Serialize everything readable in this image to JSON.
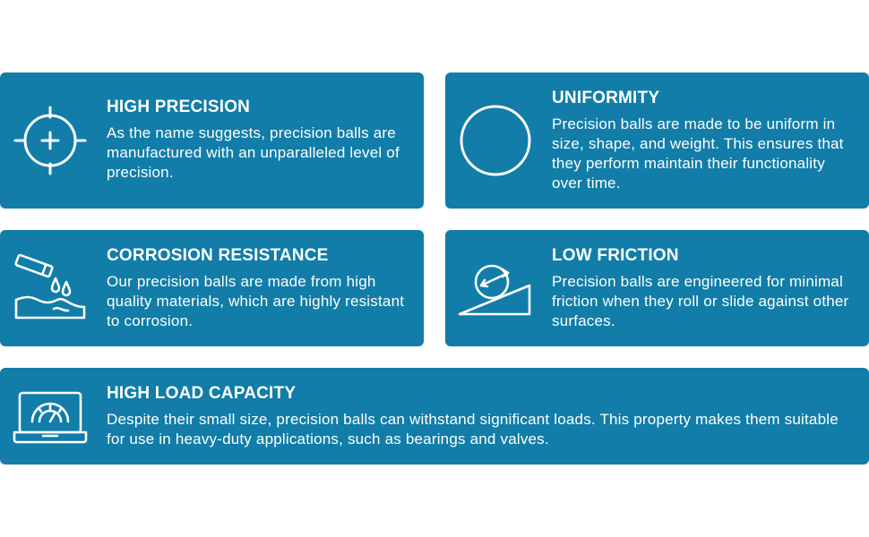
{
  "colors": {
    "card_background": "#117da8",
    "text": "#ffffff",
    "page_background": "#ffffff"
  },
  "cards": [
    {
      "title": "HIGH PRECISION",
      "description": "As the name suggests, precision balls are manufactured with an unparalleled level of precision.",
      "icon": "crosshair-icon"
    },
    {
      "title": "UNIFORMITY",
      "description": "Precision balls are made to be uniform in size, shape, and weight. This ensures that they perform maintain their functionality over time.",
      "icon": "circle-icon"
    },
    {
      "title": "CORROSION RESISTANCE",
      "description": "Our precision balls are made from high quality materials, which are highly resistant to corrosion.",
      "icon": "test-tube-drops-icon"
    },
    {
      "title": "LOW FRICTION",
      "description": "Precision balls are engineered for minimal friction when they roll or slide against other surfaces.",
      "icon": "ball-on-ramp-icon"
    },
    {
      "title": "HIGH LOAD CAPACITY",
      "description": "Despite their small size, precision balls can withstand significant loads. This property makes them suitable for use in heavy-duty applications, such as bearings and valves.",
      "icon": "gauge-laptop-icon"
    }
  ]
}
